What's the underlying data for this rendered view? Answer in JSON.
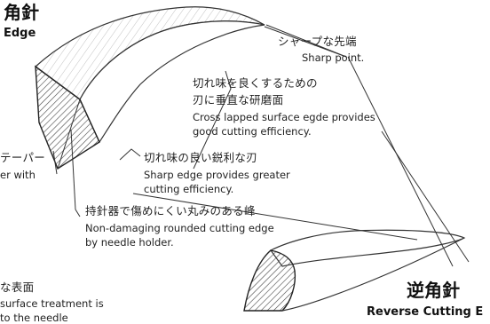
{
  "colors": {
    "ink": "#222222",
    "line": "#333333",
    "hatch": "#555555",
    "background": "#ffffff"
  },
  "top_left_title": {
    "jp": "角針",
    "en": "Edge"
  },
  "bottom_right_title": {
    "jp": "逆角針",
    "en": "Reverse Cutting E"
  },
  "callouts": {
    "sharp_point": {
      "jp": "シャープな先端",
      "en": "Sharp point."
    },
    "lapped_surface": {
      "jp": "切れ味を良くするための",
      "jp2": "刃に垂直な研磨面",
      "en": "Cross lapped surface egde provides",
      "en2": "good cutting efficiency."
    },
    "taper": {
      "jp": "テーパー",
      "en": "er with"
    },
    "sharp_edge": {
      "jp": "切れ味の良い鋭利な刃",
      "en": "Sharp edge provides greater",
      "en2": "cutting efficiency."
    },
    "rounded_edge": {
      "jp": "持針器で傷めにくい丸みのある峰",
      "en": "Non-damaging rounded cutting edge",
      "en2": "by needle holder."
    },
    "surface": {
      "jp": "な表面",
      "en": "surface treatment is",
      "en2": "to the needle"
    }
  }
}
